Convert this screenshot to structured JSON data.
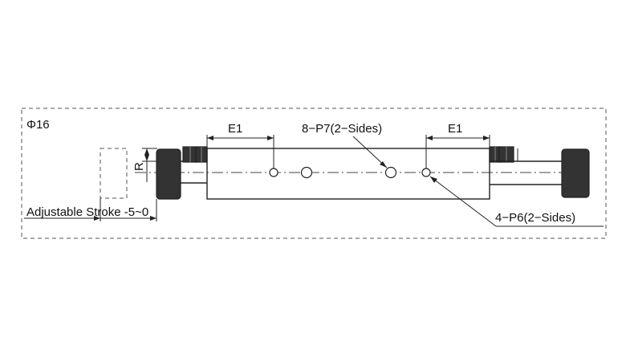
{
  "drawing": {
    "size_label": "Φ16",
    "dim_e1_left": "E1",
    "dim_e1_right": "E1",
    "callout_p7": "8−P7(2−Sides)",
    "callout_p6": "4−P6(2−Sides)",
    "dim_r": "R",
    "stroke_label": "Adjustable Stroke -5~0"
  }
}
